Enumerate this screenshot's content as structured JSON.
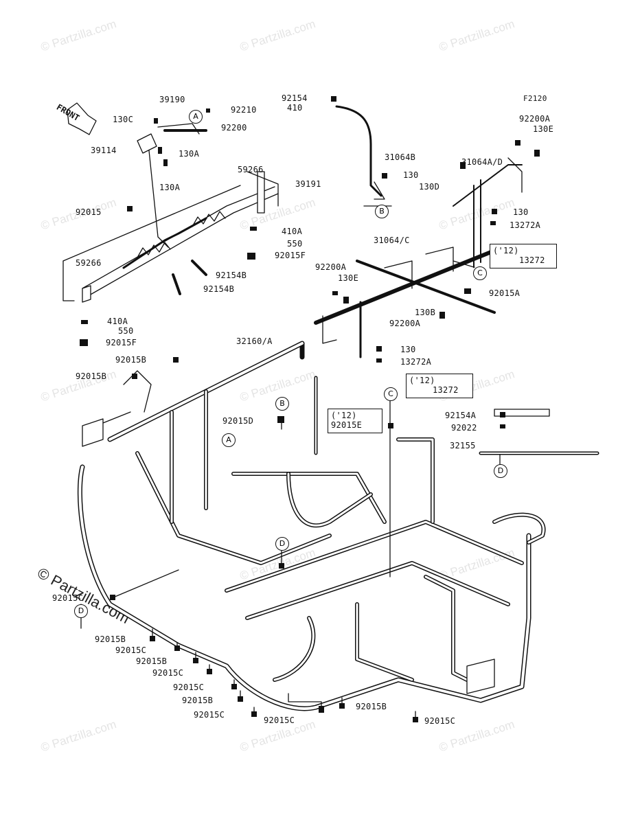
{
  "diagram_code": "F2120",
  "watermarks": {
    "small": "© Partzilla.com",
    "big": "© Partzilla.com"
  },
  "front_label": "FRONT",
  "ref_circles": [
    "A",
    "A",
    "B",
    "B",
    "C",
    "C",
    "D",
    "D",
    "D"
  ],
  "year_notes": [
    "('12)",
    "('12)",
    "('12)"
  ],
  "labels": {
    "p92154_top": "92154",
    "p410_top": "410",
    "p39190": "39190",
    "p130C_top": "130C",
    "p92210": "92210",
    "p92200": "92200",
    "p39114": "39114",
    "p130A_1": "130A",
    "p130A_2": "130A",
    "p59266_1": "59266",
    "p39191": "39191",
    "p92015": "92015",
    "p410A_1": "410A",
    "p550_1": "550",
    "p92015F_1": "92015F",
    "p92154B_1": "92154B",
    "p92154B_2": "92154B",
    "p59266_2": "59266",
    "p410A_2": "410A",
    "p550_2": "550",
    "p92015F_2": "92015F",
    "p31064B": "31064B",
    "p130_b": "130",
    "p92200A_r": "92200A",
    "p130E_r": "130E",
    "p31064AD": "31064A/D",
    "p130D": "130D",
    "p130_r": "130",
    "p13272A_r": "13272A",
    "p13272_r": "13272",
    "p31064C": "31064/C",
    "p92200A_m": "92200A",
    "p130E_m": "130E",
    "p92015A": "92015A",
    "p130B": "130B",
    "p92200A_m2": "92200A",
    "p130_m": "130",
    "p13272A_m": "13272A",
    "p13272_m": "13272",
    "p32160A": "32160/A",
    "p92015B_1": "92015B",
    "p92015B_2": "92015B",
    "p92015D": "92015D",
    "p92015E": "92015E",
    "p92154A": "92154A",
    "p92022": "92022",
    "p32155": "32155",
    "p92015C_l": "92015C",
    "p92015B_3": "92015B",
    "p92015C_2": "92015C",
    "p92015B_4": "92015B",
    "p92015C_3": "92015C",
    "p92015C_4": "92015C",
    "p92015B_5": "92015B",
    "p92015C_5": "92015C",
    "p92015C_6": "92015C",
    "p92015B_6": "92015B",
    "p92015C_7": "92015C"
  }
}
